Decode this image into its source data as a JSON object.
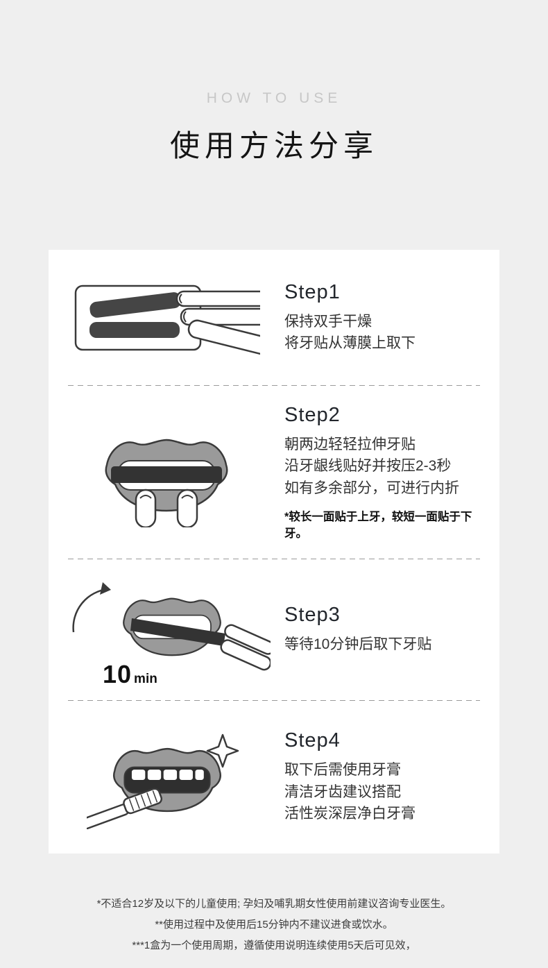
{
  "page": {
    "eyebrow": "HOW TO USE",
    "title": "使用方法分享"
  },
  "steps": [
    {
      "label": "Step1",
      "lines": [
        "保持双手干燥",
        "将牙贴从薄膜上取下"
      ]
    },
    {
      "label": "Step2",
      "lines": [
        "朝两边轻轻拉伸牙贴",
        "沿牙龈线贴好并按压2-3秒",
        "如有多余部分，可进行内折"
      ],
      "note": "*较长一面贴于上牙，较短一面贴于下牙。"
    },
    {
      "label": "Step3",
      "lines": [
        "等待10分钟后取下牙贴"
      ],
      "timer_value": "10",
      "timer_unit": "min"
    },
    {
      "label": "Step4",
      "lines": [
        "取下后需使用牙膏",
        "清洁牙齿建议搭配",
        "活性炭深层净白牙膏"
      ]
    }
  ],
  "footnotes": [
    "*不适合12岁及以下的儿童使用; 孕妇及哺乳期女性使用前建议咨询专业医生。",
    "**使用过程中及使用后15分钟内不建议进食或饮水。",
    "***1盒为一个使用周期，遵循使用说明连续使用5天后可见效，"
  ],
  "icons": {
    "step1": "hand-peeling-strip-from-film-illustration",
    "step2": "lips-with-strip-and-fingers-illustration",
    "step3": "timer-arc-peel-strip-illustration",
    "step4": "toothbrush-lips-sparkle-illustration"
  },
  "colors": {
    "background": "#efefef",
    "card": "#ffffff",
    "ink": "#3a3a3a",
    "muted": "#c7c7c7",
    "strip": "#404040",
    "lips": "#9a9a9a"
  }
}
